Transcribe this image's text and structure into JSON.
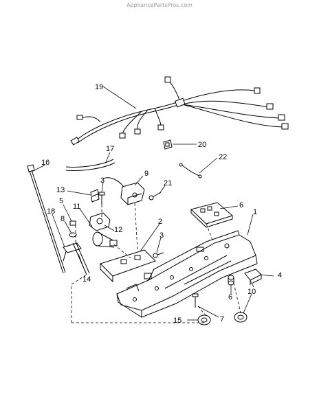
{
  "watermark": "AppliancePartsPros.com",
  "callouts": [
    {
      "id": "1",
      "label": "1"
    },
    {
      "id": "2",
      "label": "2"
    },
    {
      "id": "3a",
      "label": "3"
    },
    {
      "id": "3b",
      "label": "3"
    },
    {
      "id": "4",
      "label": "4"
    },
    {
      "id": "5",
      "label": "5"
    },
    {
      "id": "6a",
      "label": "6"
    },
    {
      "id": "6b",
      "label": "6"
    },
    {
      "id": "7",
      "label": "7"
    },
    {
      "id": "8",
      "label": "8"
    },
    {
      "id": "9",
      "label": "9"
    },
    {
      "id": "10",
      "label": "10"
    },
    {
      "id": "11",
      "label": "11"
    },
    {
      "id": "12",
      "label": "12"
    },
    {
      "id": "13",
      "label": "13"
    },
    {
      "id": "14",
      "label": "14"
    },
    {
      "id": "15",
      "label": "15"
    },
    {
      "id": "16",
      "label": "16"
    },
    {
      "id": "17",
      "label": "17"
    },
    {
      "id": "18",
      "label": "18"
    },
    {
      "id": "19",
      "label": "19"
    },
    {
      "id": "20",
      "label": "20"
    },
    {
      "id": "21",
      "label": "21"
    },
    {
      "id": "22",
      "label": "22"
    }
  ]
}
